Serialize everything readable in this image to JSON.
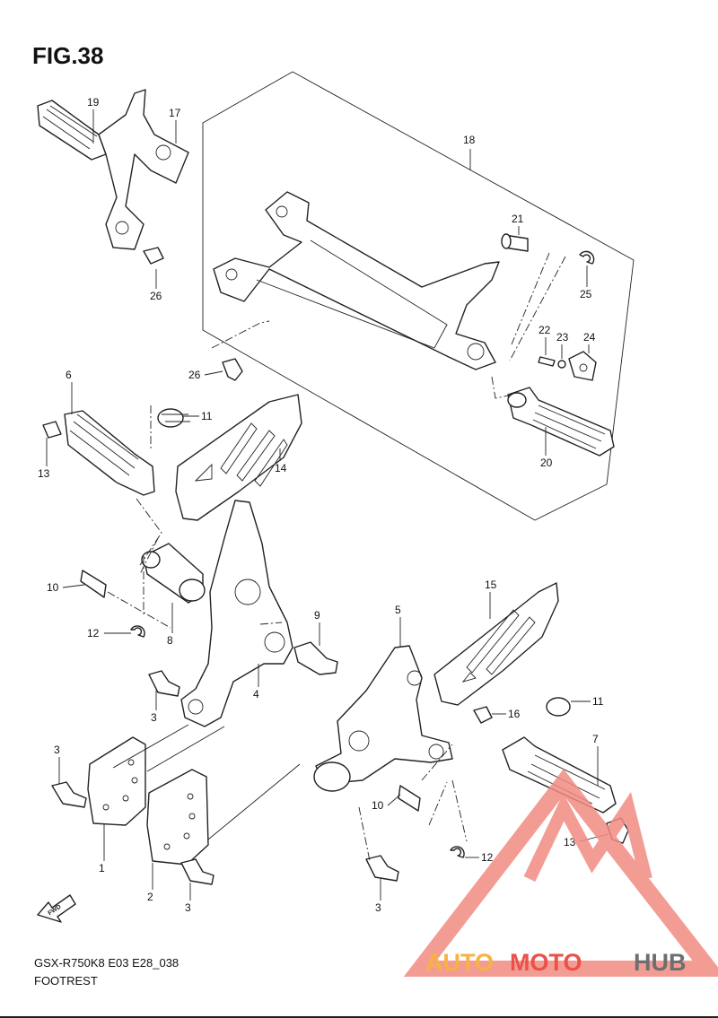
{
  "figure": {
    "title": "FIG.38",
    "model_code": "GSX-R750K8 E03 E28_038",
    "name": "FOOTREST",
    "fwd_label": "FWD"
  },
  "callouts": [
    "19",
    "17",
    "26",
    "18",
    "21",
    "25",
    "22",
    "23",
    "24",
    "26",
    "20",
    "6",
    "11",
    "13",
    "14",
    "10",
    "12",
    "8",
    "9",
    "4",
    "3",
    "5",
    "15",
    "11",
    "16",
    "7",
    "3",
    "1",
    "2",
    "3",
    "10",
    "12",
    "13",
    "3"
  ],
  "watermark": {
    "text_left": "AUTO",
    "text_mid": "MOTO",
    "text_right": "HUB",
    "colors": {
      "orange": "#f5a623",
      "red": "#e8332a",
      "grey": "#555555",
      "triangle": "#f28b82"
    }
  }
}
